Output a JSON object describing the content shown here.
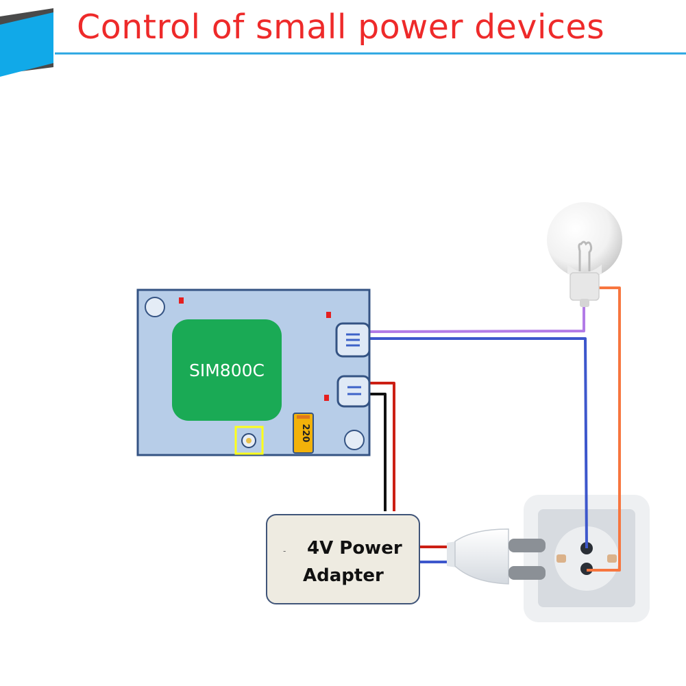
{
  "header": {
    "title": "Control of small power devices",
    "title_color": "#ee2a2a",
    "rule_color": "#2aa6e2",
    "corner_color": "#11a9e8"
  },
  "module": {
    "chip_label": "SIM800C",
    "resistor_label": "220",
    "board_color": "#b7cde8",
    "chip_color": "#1aaa55",
    "resistor_color": "#f2b20a",
    "led_color": "#e51f1f"
  },
  "adapter": {
    "line1": "4V Power",
    "line2": "Adapter",
    "stray_mark": "-",
    "body_color": "#eeebe1"
  },
  "wires": {
    "purple": "#b27be6",
    "blue": "#3d57cc",
    "red": "#cc1f14",
    "black": "#111111",
    "orange": "#f7763f"
  },
  "components": {
    "lamp": "light-bulb",
    "outlet": "wall-socket",
    "plug": "power-plug"
  }
}
